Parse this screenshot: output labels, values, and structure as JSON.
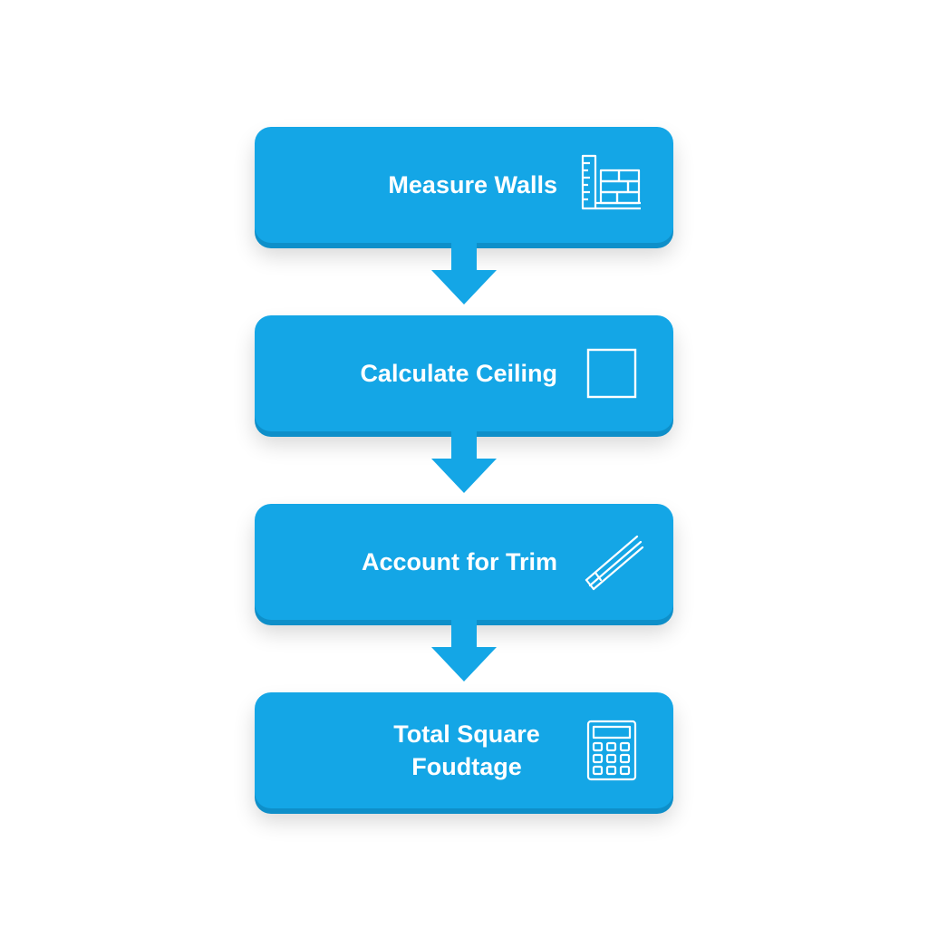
{
  "flowchart": {
    "steps": [
      {
        "label": "Measure Walls",
        "icon": "ruler-brick-wall-icon"
      },
      {
        "label": "Calculate Ceiling",
        "icon": "square-icon"
      },
      {
        "label": "Account for Trim",
        "icon": "trim-molding-icon"
      },
      {
        "label": "Total Square Foudtage",
        "icon": "calculator-icon"
      }
    ],
    "colors": {
      "step_fill": "#14a6e6",
      "step_edge": "#0e8fc9",
      "arrow": "#14a6e6",
      "text": "#ffffff",
      "background": "#ffffff"
    }
  }
}
